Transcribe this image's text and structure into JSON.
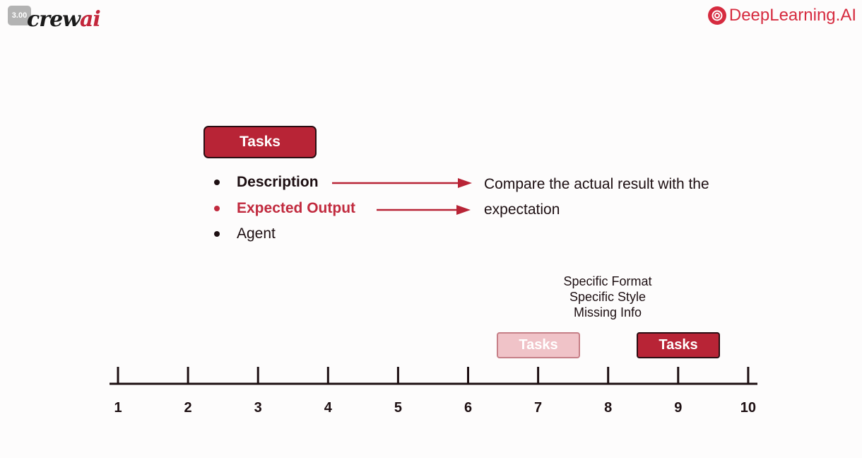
{
  "badge": {
    "speed": "3.00"
  },
  "logos": {
    "crew_part1": "crew",
    "crew_part2": "ai",
    "deeplearning": "DeepLearning.AI"
  },
  "card": {
    "title": "Tasks",
    "items": [
      {
        "label": "Description"
      },
      {
        "label": "Expected Output"
      },
      {
        "label": "Agent"
      }
    ],
    "compare_text": "Compare the actual result with the expectation"
  },
  "feedback": {
    "lines": [
      "Specific Format",
      "Specific Style",
      "Missing Info"
    ]
  },
  "timeline": {
    "ticks": [
      "1",
      "2",
      "3",
      "4",
      "5",
      "6",
      "7",
      "8",
      "9",
      "10"
    ],
    "task_light_label": "Tasks",
    "task_dark_label": "Tasks"
  },
  "colors": {
    "accent": "#b82436",
    "accent_text": "#c12a3e",
    "light_task": "#f0c3c8",
    "dark": "#1d0f12"
  }
}
